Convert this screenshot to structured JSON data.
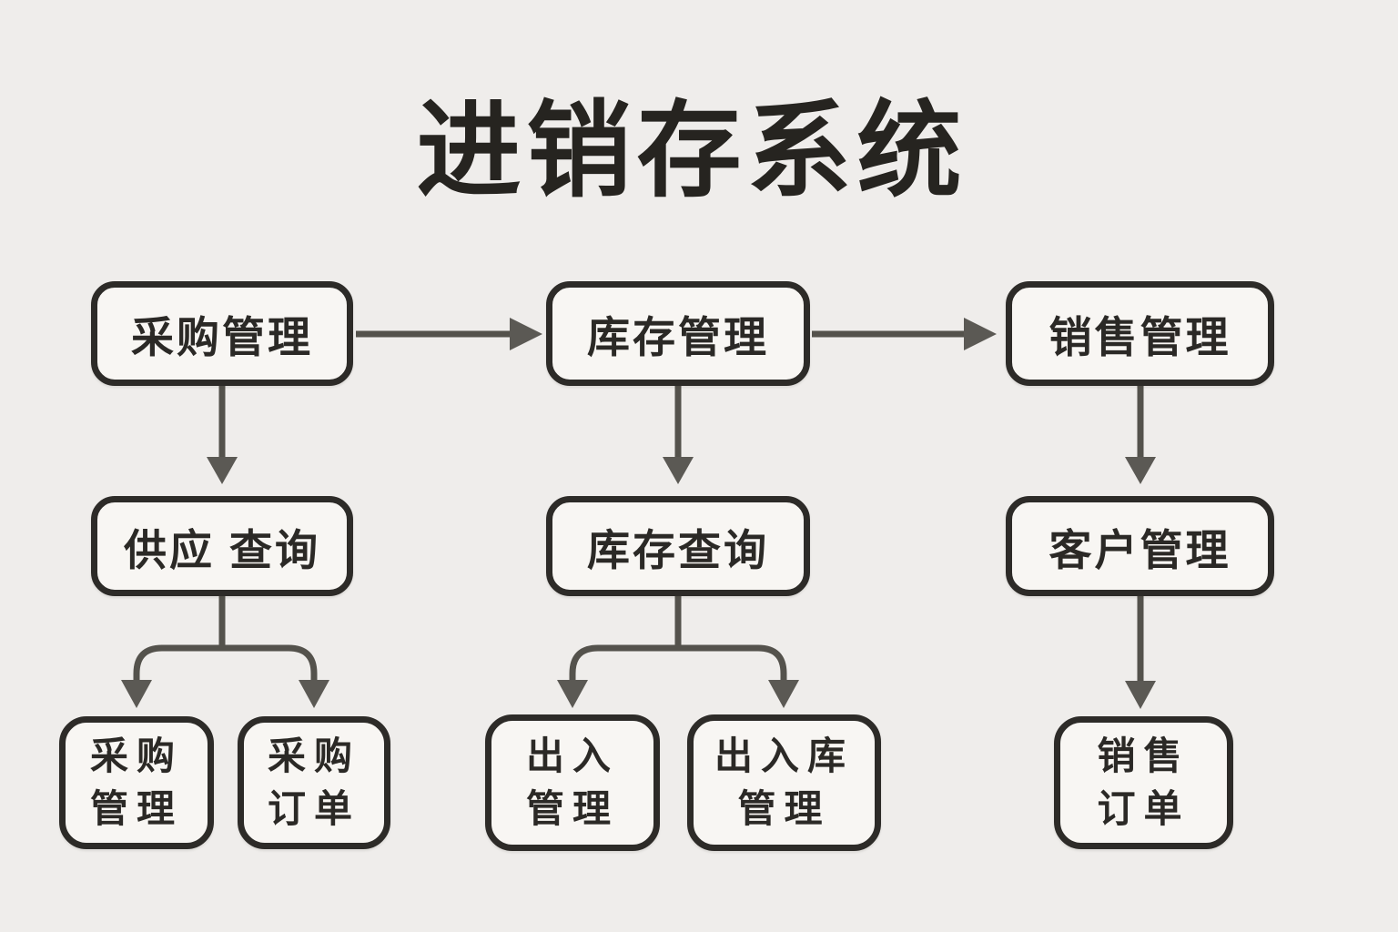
{
  "title": "进销存系统",
  "colors": {
    "background": "#efedeb",
    "node_fill": "#f8f6f3",
    "node_border": "#2d2b28",
    "connector": "#54524c",
    "text": "#2b2926"
  },
  "nodes": {
    "purchase_management": {
      "label": "采购管理"
    },
    "inventory_management": {
      "label": "库存管理"
    },
    "sales_management": {
      "label": "销售管理"
    },
    "supplier_query": {
      "label": "供应 查询"
    },
    "inventory_query": {
      "label": "库存查询"
    },
    "customer_management": {
      "label": "客户管理"
    },
    "purchase_management_sub": {
      "label": "采购\n管理"
    },
    "purchase_order": {
      "label": "采购\n订单"
    },
    "in_out_management": {
      "label": "出入\n管理"
    },
    "in_out_warehouse_management": {
      "label": "出入库\n管理"
    },
    "sales_order": {
      "label": "销售\n订单"
    }
  },
  "edges": [
    {
      "from": "purchase_management",
      "to": "inventory_management"
    },
    {
      "from": "inventory_management",
      "to": "sales_management"
    },
    {
      "from": "purchase_management",
      "to": "supplier_query"
    },
    {
      "from": "inventory_management",
      "to": "inventory_query"
    },
    {
      "from": "sales_management",
      "to": "customer_management"
    },
    {
      "from": "supplier_query",
      "to": "purchase_management_sub"
    },
    {
      "from": "supplier_query",
      "to": "purchase_order"
    },
    {
      "from": "inventory_query",
      "to": "in_out_management"
    },
    {
      "from": "inventory_query",
      "to": "in_out_warehouse_management"
    },
    {
      "from": "customer_management",
      "to": "sales_order"
    }
  ]
}
